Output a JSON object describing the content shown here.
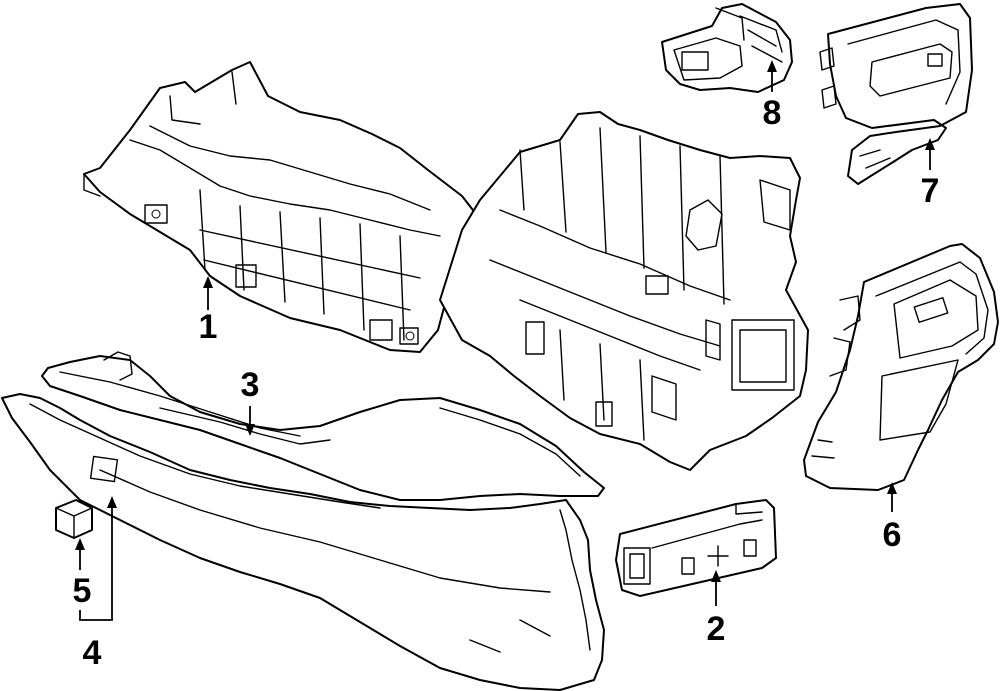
{
  "diagram": {
    "callouts": [
      "1",
      "2",
      "3",
      "4",
      "5",
      "6",
      "7",
      "8"
    ]
  }
}
